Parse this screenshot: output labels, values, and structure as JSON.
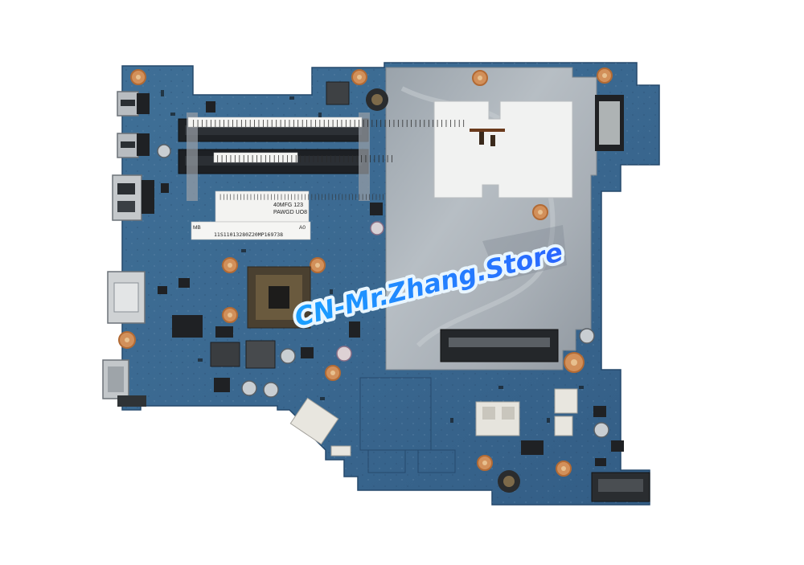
{
  "photo": {
    "watermark": "CN-Mr.Zhang.Store",
    "labels": {
      "ram_top": "|||||||||||||||||||||||||||||||||||||||||||||||||||||||||||||||",
      "ram_mid": "|||||||||||||||||||||||||||||||||||||||||",
      "sticker_code": "|||||||||||||||||||||||||||||||||||||||||||||||||",
      "sticker_l1": "40MFG 123",
      "sticker_l2": "PAWGD UO8",
      "sticker_l3": "",
      "serial_prefix": "MB",
      "serial": "11S11013280Z20MP169738",
      "serial_suffix": "A0"
    }
  }
}
